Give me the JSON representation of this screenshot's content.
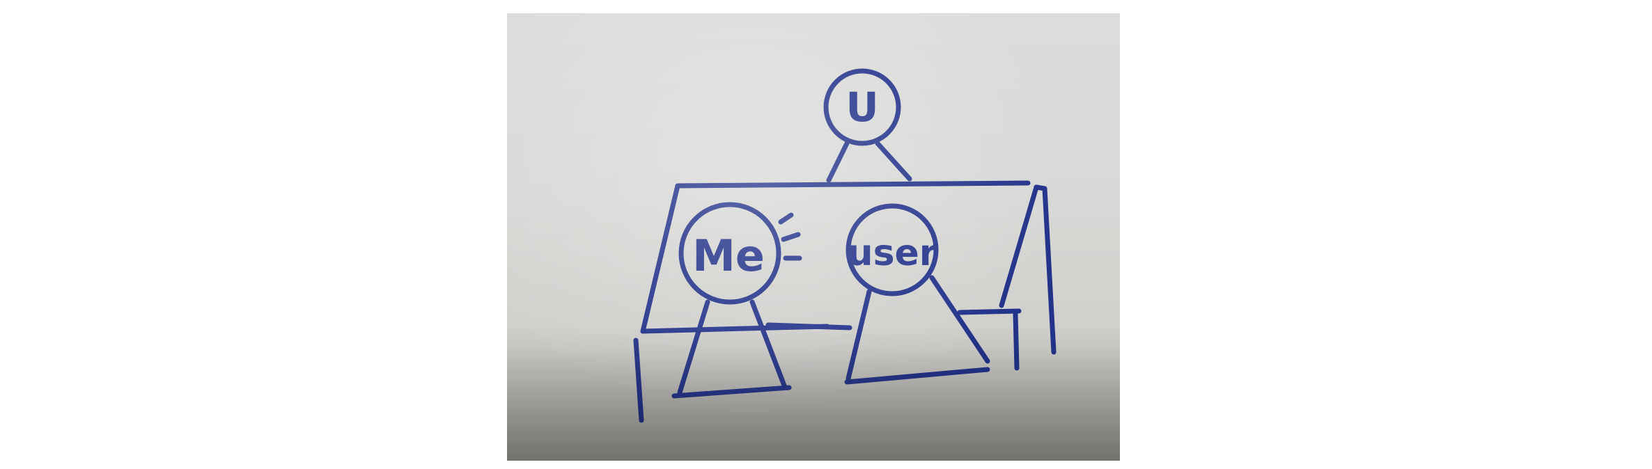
{
  "sketch": {
    "labels": {
      "top_person": "U",
      "left_person": "Me",
      "right_person": "user"
    }
  },
  "colors": {
    "ink": "#23338a",
    "paper": "#d9dad7"
  }
}
